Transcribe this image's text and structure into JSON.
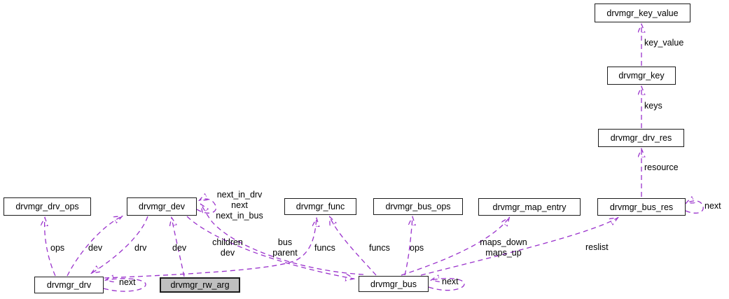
{
  "diagram_type": "collaboration-diagram",
  "colors": {
    "edge": "#9a32cc",
    "node_fill": "#ffffff",
    "node_border": "#1c1c1c",
    "highlight_fill": "#bfbfbf",
    "text": "#000000"
  },
  "nodes": [
    {
      "id": "drvmgr_key_value",
      "label": "drvmgr_key_value",
      "highlighted": false
    },
    {
      "id": "drvmgr_key",
      "label": "drvmgr_key",
      "highlighted": false
    },
    {
      "id": "drvmgr_drv_res",
      "label": "drvmgr_drv_res",
      "highlighted": false
    },
    {
      "id": "drvmgr_bus_res",
      "label": "drvmgr_bus_res",
      "highlighted": false
    },
    {
      "id": "drvmgr_drv_ops",
      "label": "drvmgr_drv_ops",
      "highlighted": false
    },
    {
      "id": "drvmgr_dev",
      "label": "drvmgr_dev",
      "highlighted": false
    },
    {
      "id": "drvmgr_func",
      "label": "drvmgr_func",
      "highlighted": false
    },
    {
      "id": "drvmgr_bus_ops",
      "label": "drvmgr_bus_ops",
      "highlighted": false
    },
    {
      "id": "drvmgr_map_entry",
      "label": "drvmgr_map_entry",
      "highlighted": false
    },
    {
      "id": "drvmgr_drv",
      "label": "drvmgr_drv",
      "highlighted": false
    },
    {
      "id": "drvmgr_rw_arg",
      "label": "drvmgr_rw_arg",
      "highlighted": true
    },
    {
      "id": "drvmgr_bus",
      "label": "drvmgr_bus",
      "highlighted": false
    }
  ],
  "edge_labels": {
    "key_value": {
      "text": "key_value"
    },
    "keys": {
      "text": "keys"
    },
    "resource": {
      "text": "resource"
    },
    "next_bus_res": {
      "text": "next"
    },
    "reslist": {
      "text": "reslist"
    },
    "maps": {
      "lines": [
        "maps_down",
        "maps_up"
      ]
    },
    "ops_bus": {
      "text": "ops"
    },
    "funcs_bus": {
      "text": "funcs"
    },
    "funcs_drv": {
      "text": "funcs"
    },
    "bus_parent": {
      "lines": [
        "bus",
        "parent"
      ]
    },
    "children_dev": {
      "lines": [
        "children",
        "dev"
      ]
    },
    "dev_self": {
      "lines": [
        "next_in_drv",
        "next",
        "next_in_bus"
      ]
    },
    "dev_rw_arg": {
      "text": "dev"
    },
    "drv": {
      "text": "drv"
    },
    "dev_drv": {
      "text": "dev"
    },
    "ops_drv": {
      "text": "ops"
    },
    "next_drv": {
      "text": "next"
    },
    "next_bus": {
      "text": "next"
    }
  }
}
